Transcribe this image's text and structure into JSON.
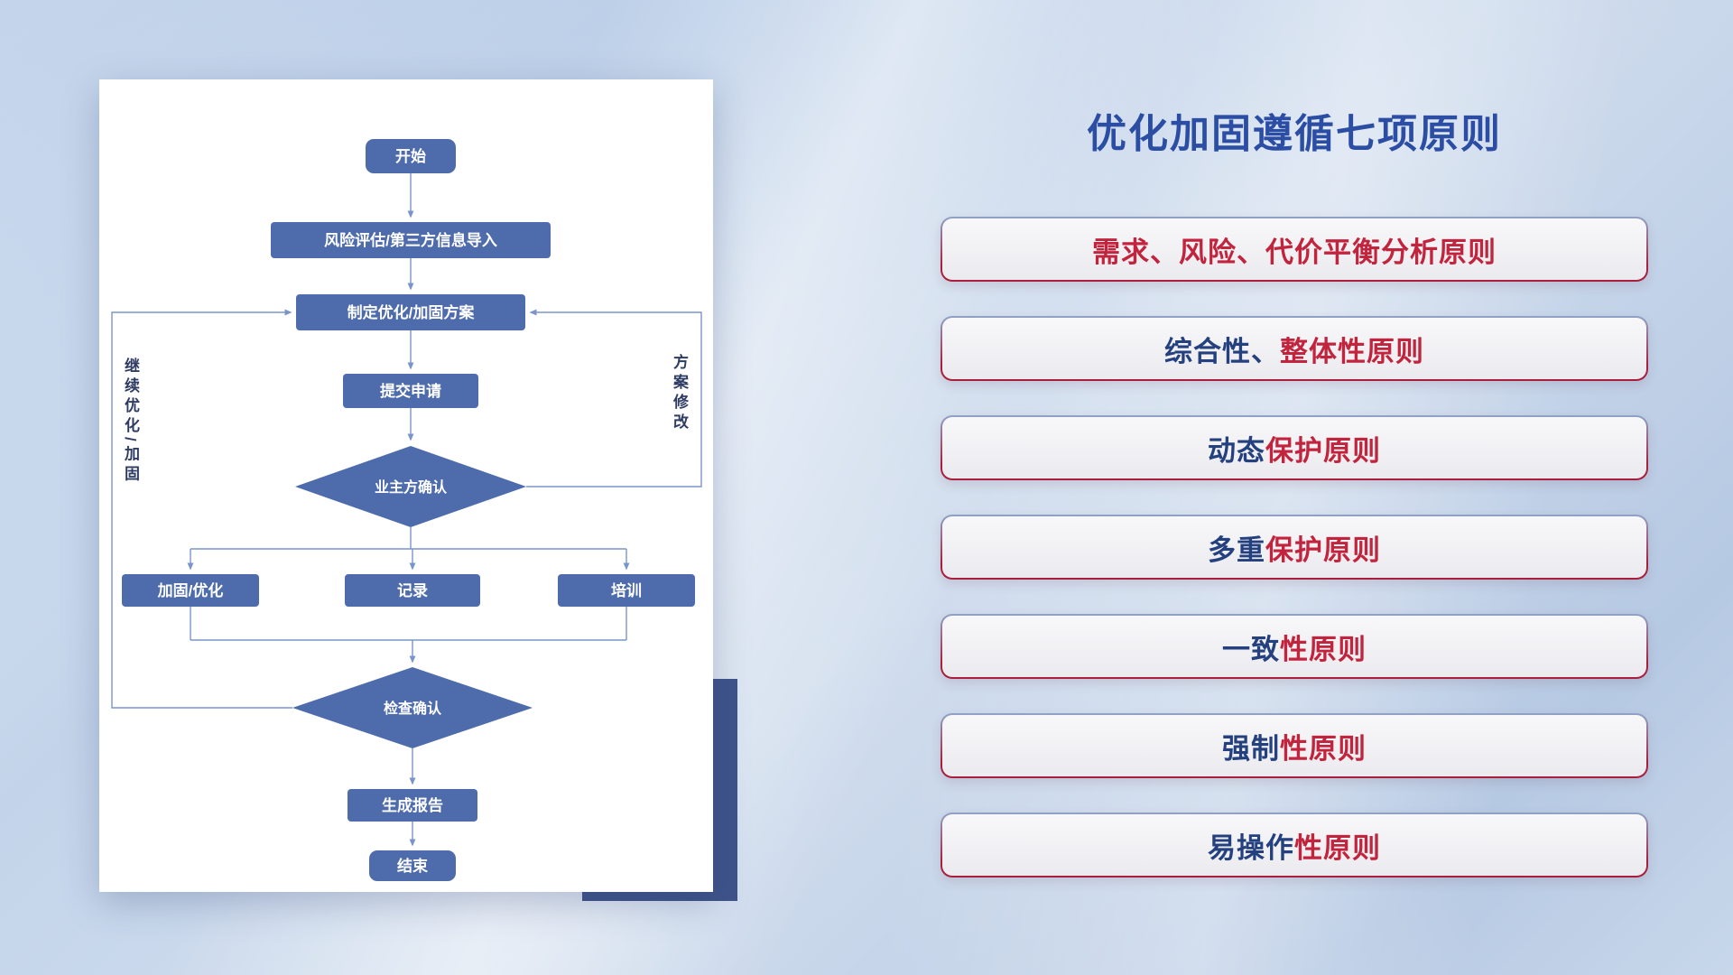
{
  "title": {
    "text": "优化加固遵循七项原则",
    "color": "#2b4da3"
  },
  "flowchart": {
    "nodes": {
      "start": "开始",
      "risk": "风险评估/第三方信息导入",
      "plan": "制定优化/加固方案",
      "submit": "提交申请",
      "owner_confirm": "业主方确认",
      "harden": "加固/优化",
      "record": "记录",
      "training": "培训",
      "check_confirm": "检查确认",
      "report": "生成报告",
      "end": "结束"
    },
    "edge_labels": {
      "left_loop": "继续优化/加固",
      "right_loop": "方案修改"
    },
    "colors": {
      "node_fill": "#4e6bac",
      "line": "#7a95c9",
      "node_text": "#ffffff"
    }
  },
  "principles": {
    "items": [
      {
        "segments": [
          {
            "text": "需求、风险、代价平衡分析原则",
            "class": "seg-red"
          }
        ]
      },
      {
        "segments": [
          {
            "text": "综合性、",
            "class": "seg-blue"
          },
          {
            "text": "整体性原则",
            "class": "seg-red"
          }
        ]
      },
      {
        "segments": [
          {
            "text": "动态",
            "class": "seg-blue"
          },
          {
            "text": "保护原则",
            "class": "seg-red"
          }
        ]
      },
      {
        "segments": [
          {
            "text": "多重",
            "class": "seg-blue"
          },
          {
            "text": "保护原则",
            "class": "seg-red"
          }
        ]
      },
      {
        "segments": [
          {
            "text": "一致",
            "class": "seg-blue"
          },
          {
            "text": "性原则",
            "class": "seg-red"
          }
        ]
      },
      {
        "segments": [
          {
            "text": "强制",
            "class": "seg-blue"
          },
          {
            "text": "性原则",
            "class": "seg-red"
          }
        ]
      },
      {
        "segments": [
          {
            "text": "易操作",
            "class": "seg-blue"
          },
          {
            "text": "性原则",
            "class": "seg-red"
          }
        ]
      }
    ],
    "colors": {
      "blue": "#24407e",
      "red": "#c2233d"
    }
  }
}
